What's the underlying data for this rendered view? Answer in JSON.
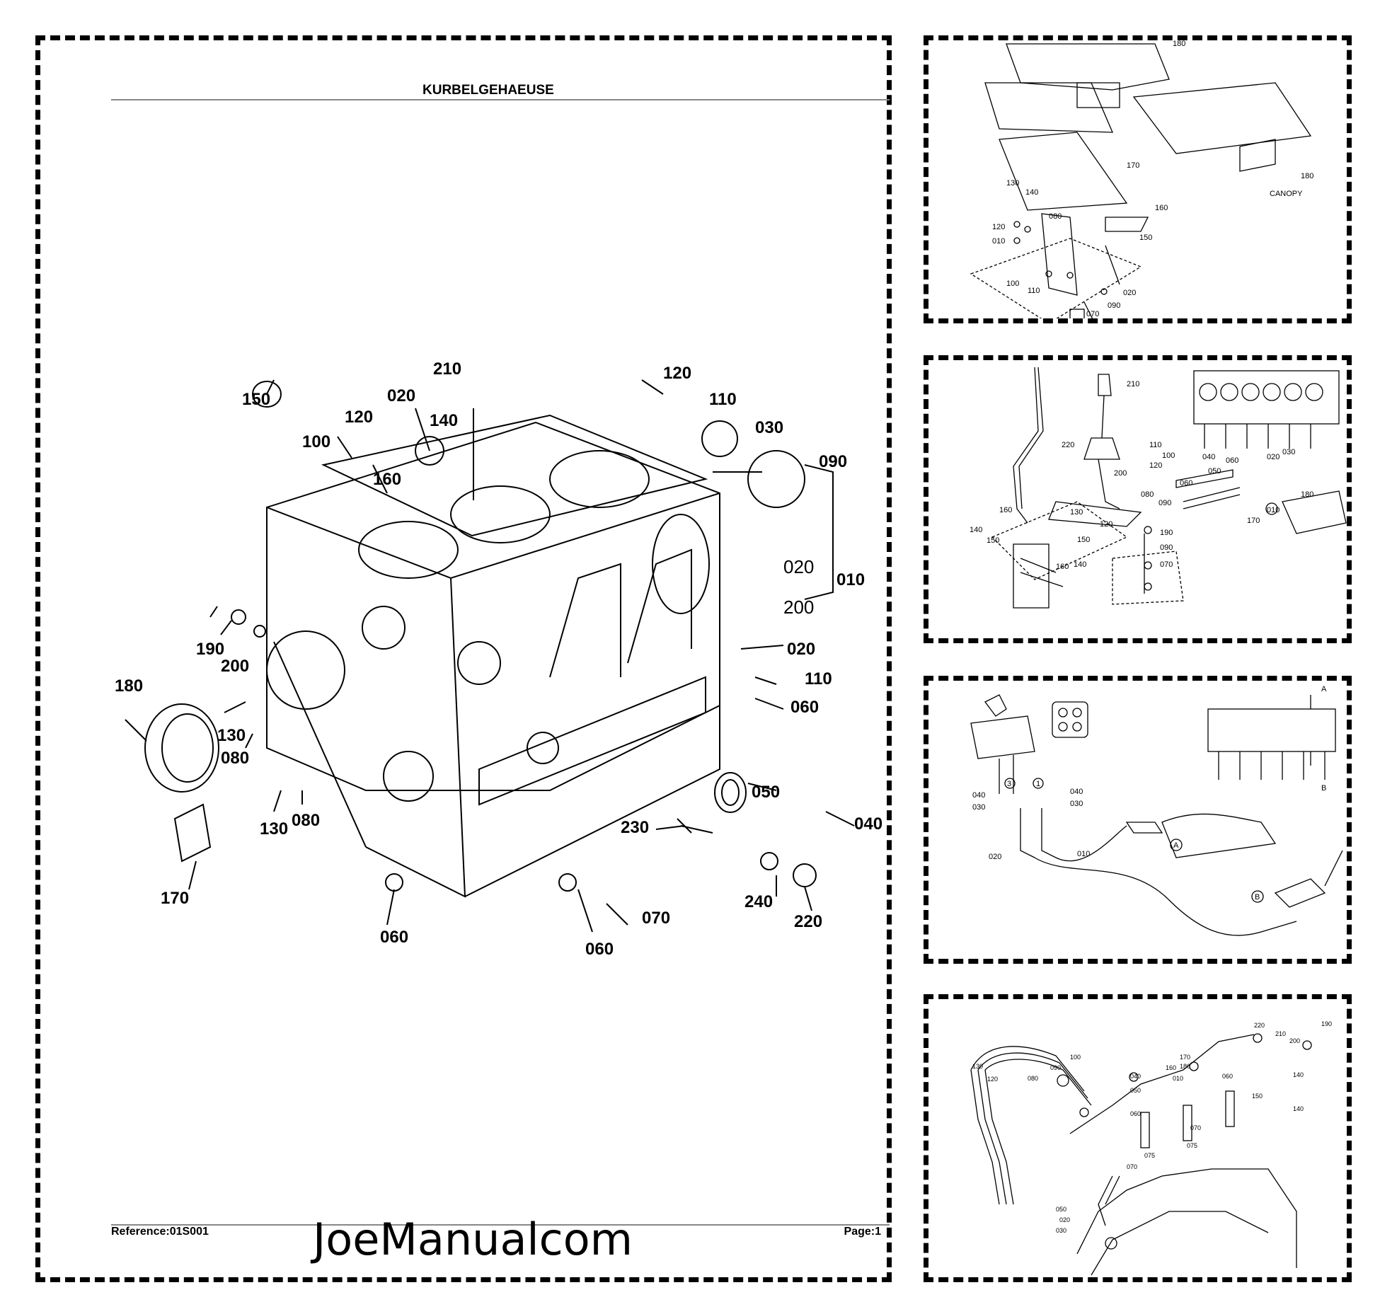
{
  "main": {
    "title": "KURBELGEHAEUSE",
    "reference": "Reference:01S001",
    "page": "Page:1",
    "watermark": "JoeManualcom",
    "callouts": [
      "210",
      "120",
      "150",
      "020",
      "140",
      "110",
      "030",
      "100",
      "120",
      "160",
      "090",
      "020",
      "010",
      "200",
      "190",
      "200",
      "020",
      "180",
      "110",
      "060",
      "130",
      "080",
      "050",
      "130",
      "080",
      "040",
      "230",
      "170",
      "240",
      "220",
      "060",
      "070",
      "060"
    ]
  },
  "side1": {
    "callouts": [
      "180",
      "170",
      "180",
      "CANOPY",
      "160",
      "130",
      "140",
      "080",
      "120",
      "010",
      "150",
      "100",
      "110",
      "020",
      "090",
      "070"
    ]
  },
  "side2": {
    "callouts": [
      "210",
      "220",
      "110",
      "100",
      "120",
      "200",
      "040",
      "060",
      "020",
      "030",
      "050",
      "060",
      "180",
      "080",
      "090",
      "010",
      "170",
      "160",
      "130",
      "140",
      "150",
      "120",
      "150",
      "190",
      "090",
      "160",
      "140",
      "070"
    ]
  },
  "side3": {
    "callouts": [
      "A",
      "B",
      "040",
      "030",
      "040",
      "030",
      "020",
      "010",
      "3",
      "1",
      "A",
      "B"
    ]
  },
  "side4": {
    "callouts": [
      "220",
      "190",
      "210",
      "200",
      "170",
      "180",
      "130",
      "120",
      "080",
      "090",
      "100",
      "160",
      "040",
      "050",
      "010",
      "060",
      "150",
      "140",
      "140",
      "060",
      "070",
      "075",
      "075",
      "070",
      "050",
      "020",
      "030"
    ]
  }
}
